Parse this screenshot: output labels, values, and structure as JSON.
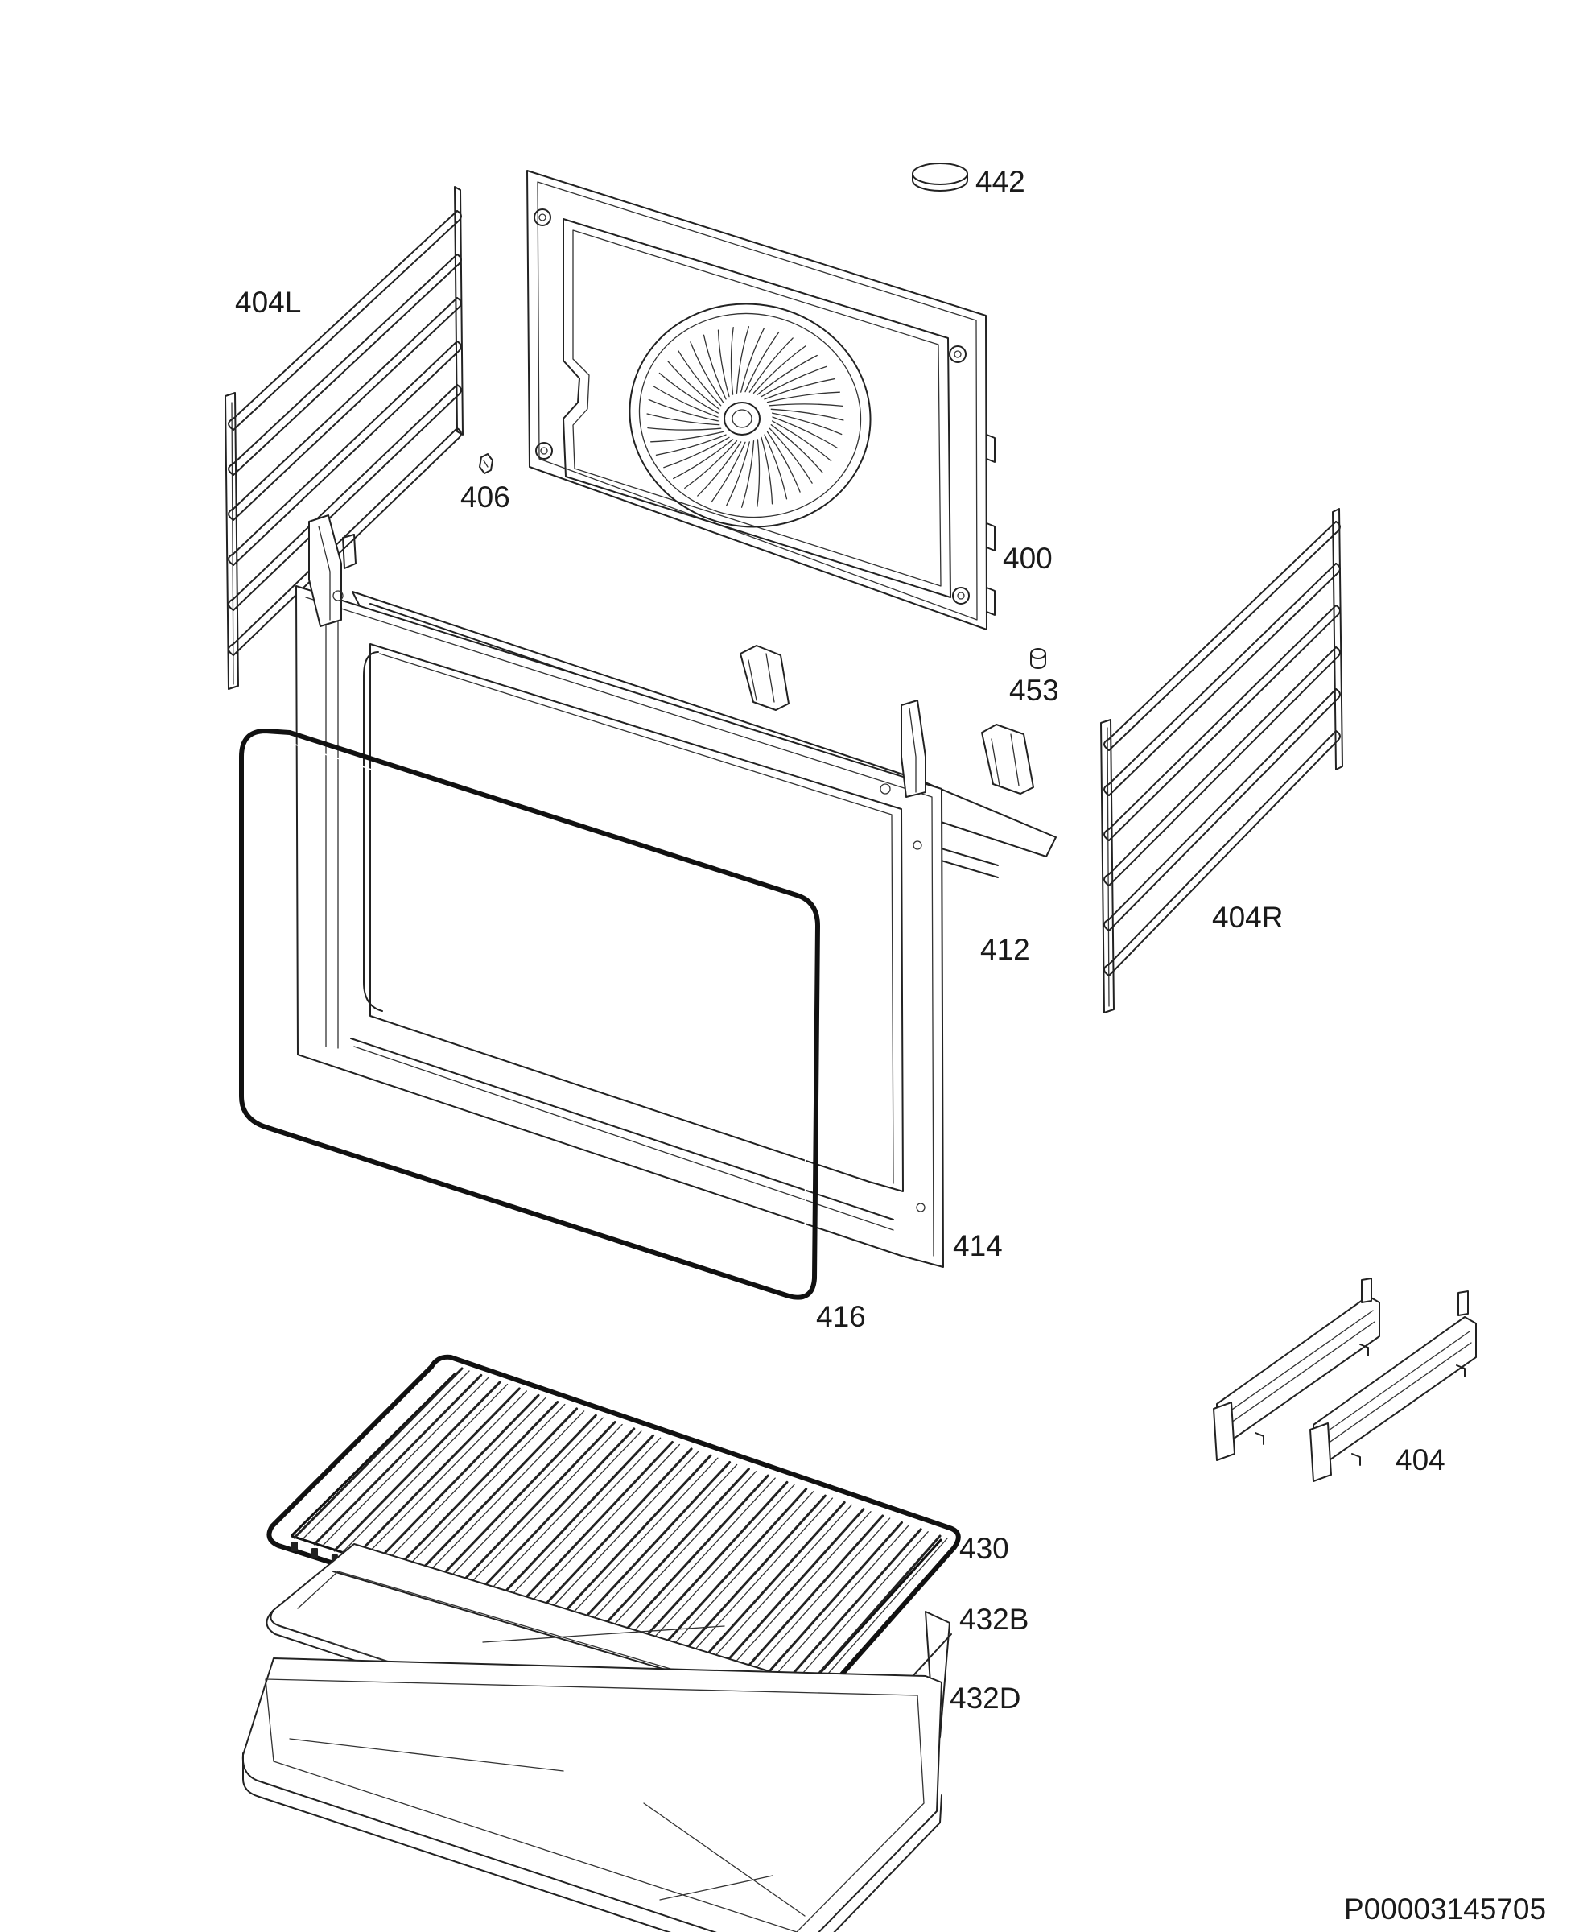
{
  "document_code": "P00003145705",
  "parts": [
    {
      "id": "p442",
      "label": "442"
    },
    {
      "id": "p404L",
      "label": "404L"
    },
    {
      "id": "p406",
      "label": "406"
    },
    {
      "id": "p400",
      "label": "400"
    },
    {
      "id": "p453",
      "label": "453"
    },
    {
      "id": "p404R",
      "label": "404R"
    },
    {
      "id": "p412",
      "label": "412"
    },
    {
      "id": "p414",
      "label": "414"
    },
    {
      "id": "p416",
      "label": "416"
    },
    {
      "id": "p404",
      "label": "404"
    },
    {
      "id": "p430",
      "label": "430"
    },
    {
      "id": "p432B",
      "label": "432B"
    },
    {
      "id": "p432D",
      "label": "432D"
    }
  ]
}
